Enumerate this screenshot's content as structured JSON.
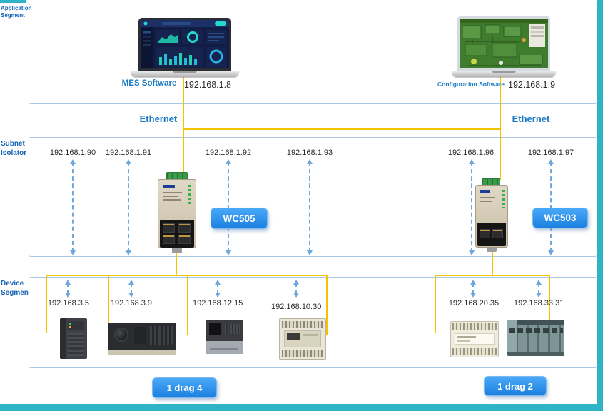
{
  "side_labels": {
    "application": "Application Segment",
    "subnet": "Subnet Isolator",
    "device": "Device Segmen"
  },
  "application": {
    "mes_label": "MES Software",
    "mes_ip": "192.168.1.8",
    "config_label": "Configuration Software",
    "config_ip": "192.168.1.9",
    "ethernet_left": "Ethernet",
    "ethernet_right": "Ethernet"
  },
  "subnet": {
    "left_ips": [
      "192.168.1.90",
      "192.168.1.91",
      "192.168.1.92",
      "192.168.1.93"
    ],
    "right_ips": [
      "192.168.1.96",
      "192.168.1.97"
    ],
    "left_device_label": "WC505",
    "right_device_label": "WC503"
  },
  "device": {
    "left_ips": [
      "192.168.3.5",
      "192.168.3.9",
      "192.168.12.15",
      "192.168.10.30"
    ],
    "right_ips": [
      "192.168.20.35",
      "192.168.33.31"
    ],
    "left_badge": "1 drag 4",
    "right_badge": "1 drag 2"
  },
  "colors": {
    "accent_blue": "#1a7bc4",
    "line_yellow": "#f3c300",
    "dashed_blue": "#6fa8dc",
    "button_blue": "#1b80e0",
    "teal_edge": "#2fb3c6",
    "box_border": "#a9c7e5"
  }
}
